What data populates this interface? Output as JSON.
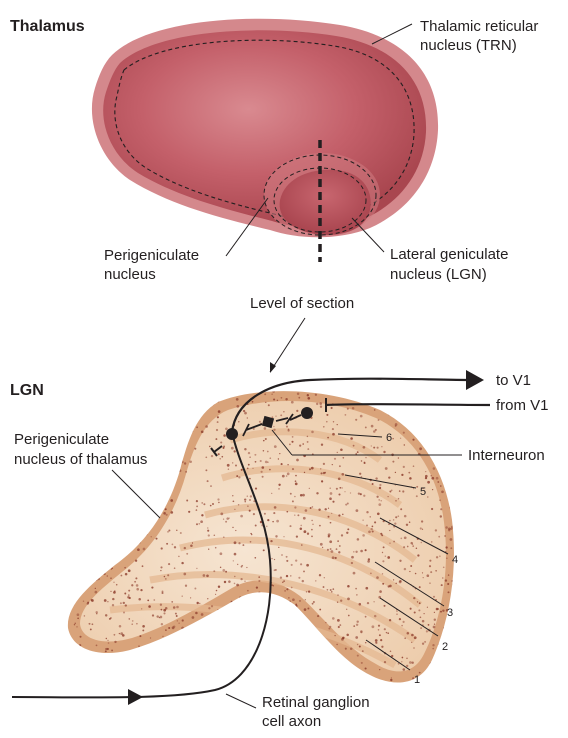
{
  "top_panel": {
    "title": "Thalamus",
    "trn_label_line1": "Thalamic reticular",
    "trn_label_line2": "nucleus (TRN)",
    "perigeniculate_line1": "Perigeniculate",
    "perigeniculate_line2": "nucleus",
    "lgn_label_line1": "Lateral geniculate",
    "lgn_label_line2": "nucleus (LGN)",
    "section_label": "Level of section"
  },
  "bottom_panel": {
    "title": "LGN",
    "perigeniculate_line1": "Perigeniculate",
    "perigeniculate_line2": "nucleus of thalamus",
    "to_v1": "to V1",
    "from_v1": "from V1",
    "interneuron": "Interneuron",
    "axon_line1": "Retinal ganglion",
    "axon_line2": "cell axon",
    "layers": [
      "6",
      "5",
      "4",
      "3",
      "2",
      "1"
    ]
  },
  "colors": {
    "thalamus_fill": "#c4606a",
    "thalamus_outer": "#d4888c",
    "lgn_outer": "#d9a37a",
    "lgn_inner": "#f2dcc4",
    "dots": "#8b3a2a",
    "ink": "#231f20"
  }
}
